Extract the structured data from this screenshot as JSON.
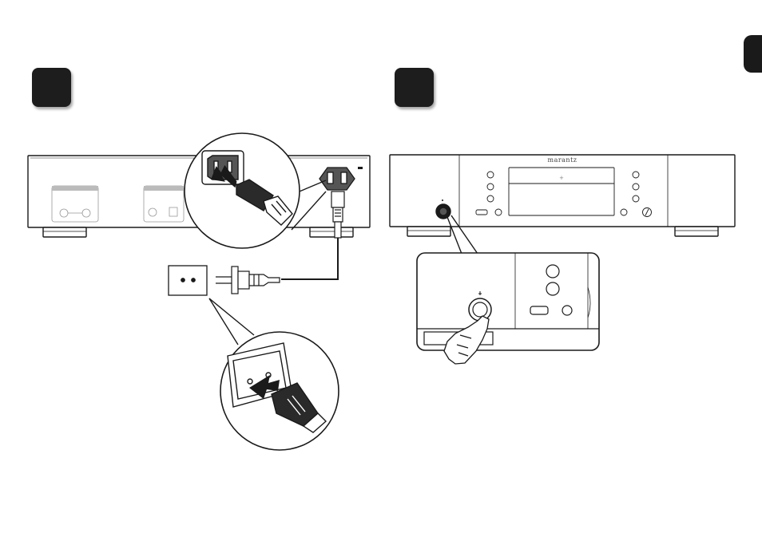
{
  "page": {
    "background": "#ffffff",
    "ink": "#1a1a1a"
  },
  "language_tab": {
    "color": "#1a1a1a",
    "label": ""
  },
  "steps": [
    {
      "id": "step1",
      "number": "",
      "color": "#1d1d1d",
      "description": ""
    },
    {
      "id": "step2",
      "number": "",
      "color": "#1d1d1d",
      "description": ""
    }
  ],
  "front_panel": {
    "brand": "marantz",
    "display_mark": "+"
  },
  "icons": {
    "power_button": "power-button-icon",
    "ac_inlet": "ac-inlet-icon",
    "wall_outlet": "wall-outlet-icon",
    "power_plug": "power-plug-icon",
    "hand": "hand-pressing-icon",
    "arrow": "insert-arrow-icon"
  }
}
